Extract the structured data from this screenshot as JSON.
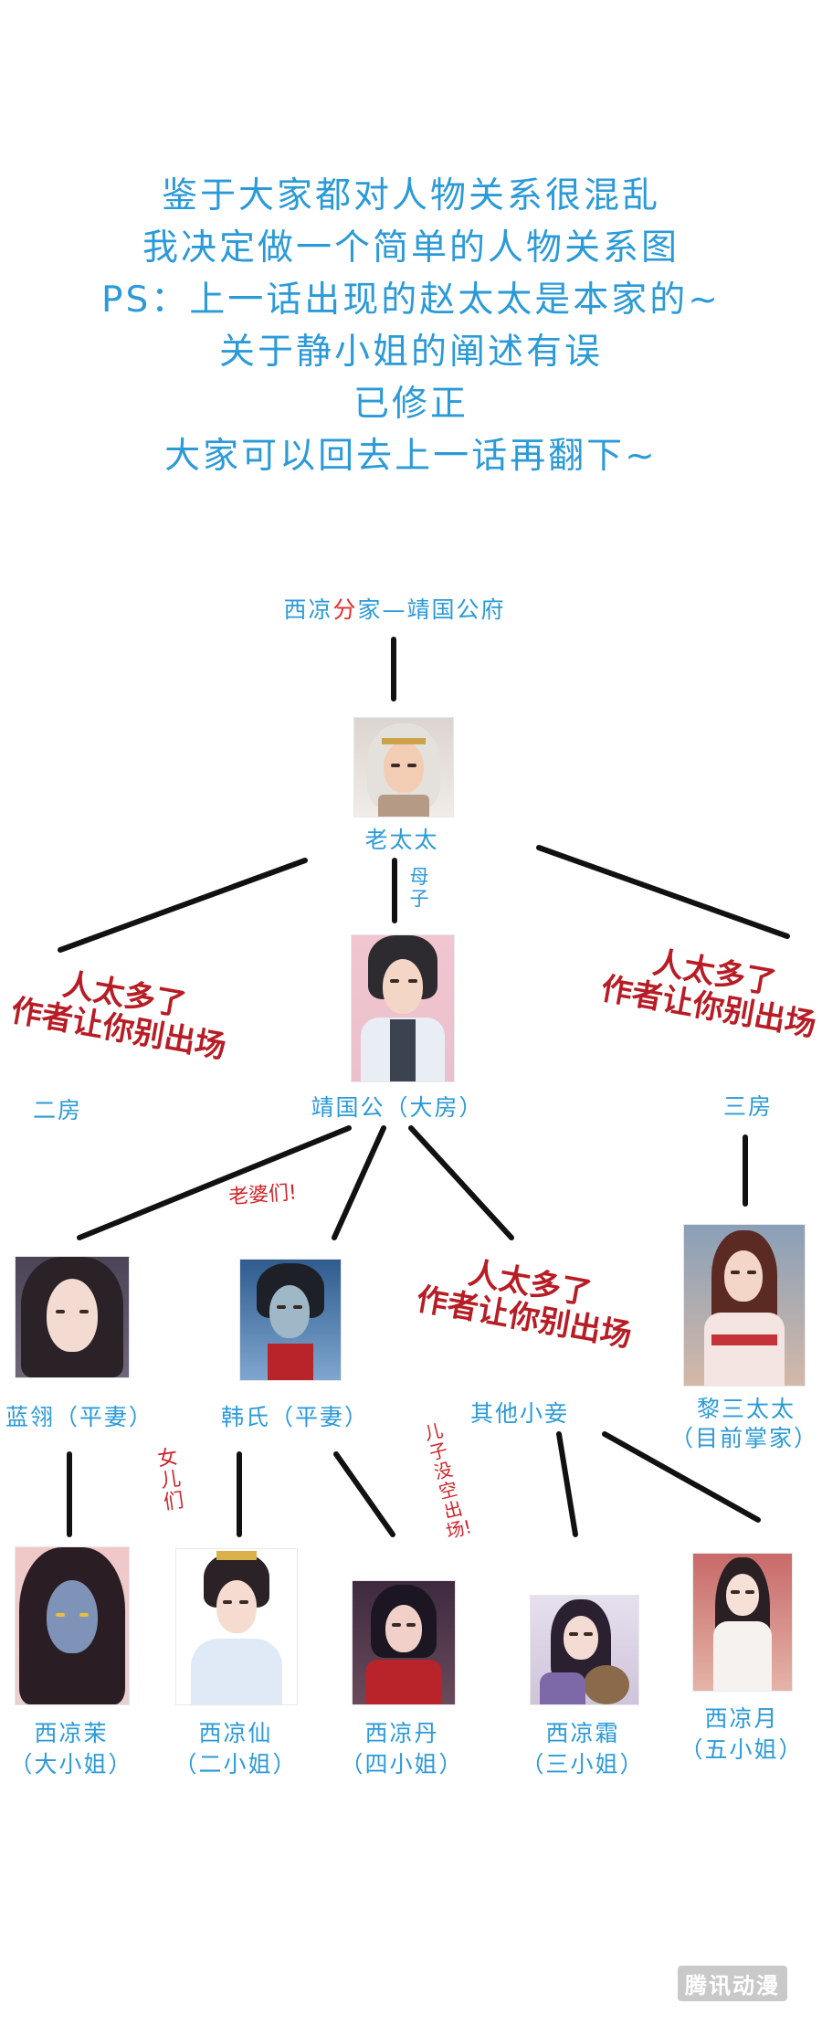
{
  "intro": {
    "lines": [
      "鉴于大家都对人物关系很混乱",
      "我决定做一个简单的人物关系图",
      "PS：上一话出现的赵太太是本家的~",
      "关于静小姐的阐述有误",
      "已修正",
      "大家可以回去上一话再翻下~"
    ]
  },
  "header": {
    "prefix": "西凉",
    "highlight": "分",
    "suffix": "家—靖国公府",
    "highlight_color": "#e32d2d"
  },
  "nodes": {
    "grandma": "老太太",
    "mother_son": "母子",
    "duke": "靖国公（大房）",
    "second_house": "二房",
    "third_house": "三房",
    "wives_note": "老婆们!",
    "lan": "蓝翎（平妻）",
    "han": "韩氏（平妻）",
    "concubines": "其他小妾",
    "li_line1": "黎三太太",
    "li_line2": "（目前掌家）",
    "daughters_note": "女儿们",
    "son_note": "儿子没空出场!",
    "stamp_line1": "人太多了",
    "stamp_line2": "作者让你别出场"
  },
  "daughters": [
    {
      "name": "西凉茉",
      "title": "（大小姐）"
    },
    {
      "name": "西凉仙",
      "title": "（二小姐）"
    },
    {
      "name": "西凉丹",
      "title": "（四小姐）"
    },
    {
      "name": "西凉霜",
      "title": "（三小姐）"
    },
    {
      "name": "西凉月",
      "title": "（五小姐）"
    }
  ],
  "watermark": "腾讯动漫",
  "colors": {
    "text": "#2b9ad8",
    "red": "#d0232a",
    "stamp": "#b81c24",
    "line": "#111111"
  },
  "icons": [
    "portrait-icon"
  ]
}
